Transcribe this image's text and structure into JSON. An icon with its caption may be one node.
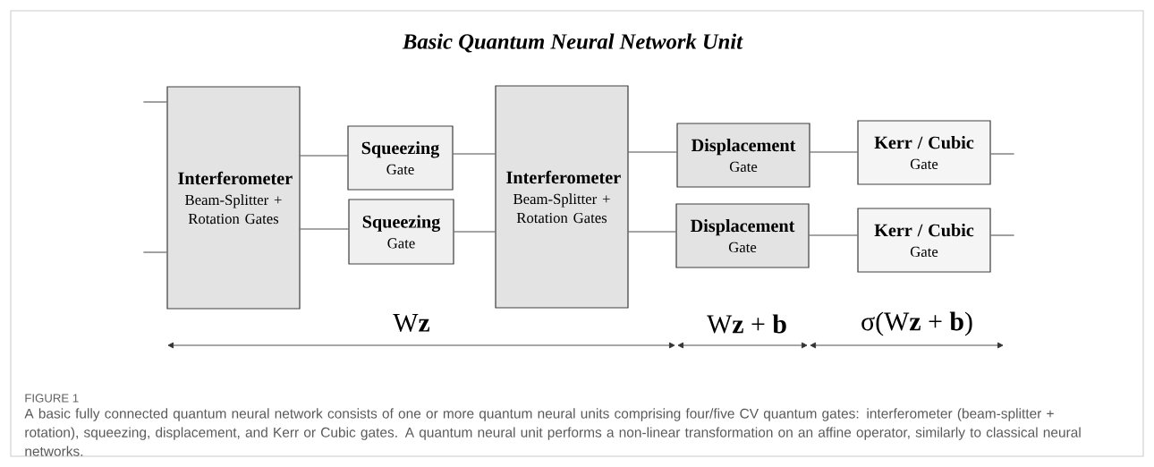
{
  "diagram": {
    "title": "Basic Quantum Neural Network Unit",
    "caption": "A basic fully connected quantum neural network consists of one or more quantum neural units comprising four/five CV quantum gates: interferometer (beam-splitter + rotation), squeezing, displacement, and Kerr or Cubic gates. A quantum neural unit performs a non-linear transformation on an affine operator, similarly to classical neural networks.",
    "nodes": [
      {
        "text": [
          "Interferometer",
          "Beam-Splitter + Rotation Gates"
        ]
      },
      {
        "text": [
          "Squeezing",
          "Gate"
        ]
      },
      {
        "text": [
          "Squeezing",
          "Gate"
        ]
      },
      {
        "text": [
          "Interferometer",
          "Beam-Splitter + Rotation Gates"
        ]
      },
      {
        "text": [
          "Displacement",
          "Gate"
        ]
      },
      {
        "text": [
          "Displacement",
          "Gate"
        ]
      },
      {
        "text": [
          "Kerr / Cubic",
          "Gate"
        ]
      },
      {
        "text": [
          "Kerr / Cubic",
          "Gate"
        ]
      }
    ],
    "edges": [
      {
        "from": null,
        "to": 0,
        "arrow": "none"
      },
      {
        "from": null,
        "to": 0,
        "arrow": "none"
      },
      {
        "from": 0,
        "to": 1,
        "arrow": "none"
      },
      {
        "from": 0,
        "to": 2,
        "arrow": "none"
      },
      {
        "from": 1,
        "to": 3,
        "arrow": "none"
      },
      {
        "from": 2,
        "to": 3,
        "arrow": "none"
      },
      {
        "from": 3,
        "to": 4,
        "arrow": "none"
      },
      {
        "from": 3,
        "to": 5,
        "arrow": "none"
      },
      {
        "from": 4,
        "to": 6,
        "arrow": "none"
      },
      {
        "from": 5,
        "to": 7,
        "arrow": "none"
      },
      {
        "from": 6,
        "to": null,
        "arrow": "none"
      },
      {
        "from": 7,
        "to": null,
        "arrow": "none"
      }
    ],
    "labels": [
      "W**z**",
      "W**z** + **b**",
      "σ(W**z** + **b**)",
      "FIGURE 1"
    ]
  }
}
